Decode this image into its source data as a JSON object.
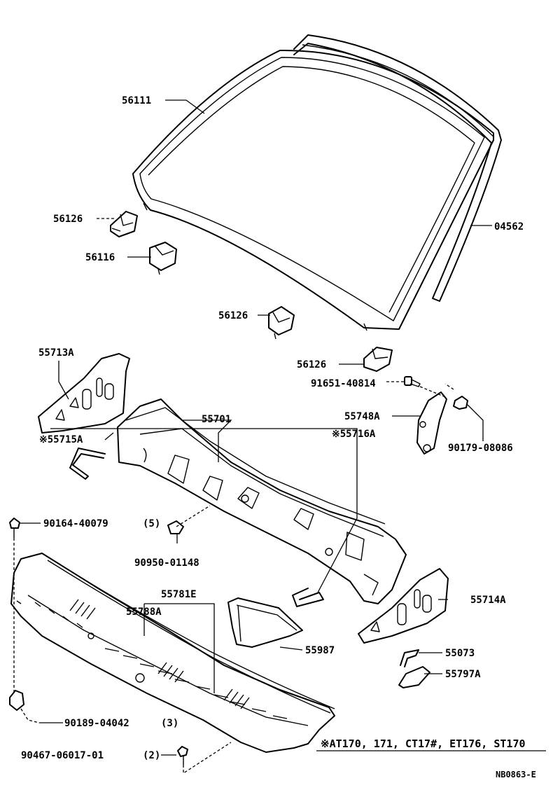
{
  "labels": {
    "p56111": "56111",
    "p04562": "04562",
    "p56126a": "56126",
    "p56116": "56116",
    "p56126b": "56126",
    "p56126c": "56126",
    "p91651": "91651-40814",
    "p55713a": "55713A",
    "p55701": "55701",
    "p55748a": "55748A",
    "p55715a": "※55715A",
    "p55716a": "※55716A",
    "p90179": "90179-08086",
    "p90164": "90164-40079",
    "p90164_qty": "(5)",
    "p90950": "90950-01148",
    "p55781e": "55781E",
    "p55788a": "55788A",
    "p55714a": "55714A",
    "p55987": "55987",
    "p55073": "55073",
    "p55797a": "55797A",
    "p90189": "90189-04042",
    "p90189_qty": "(3)",
    "p90467": "90467-06017-01",
    "p90467_qty": "(2)"
  },
  "note": "※AT170, 171, CT17#, ET176, ST170",
  "ref_code": "NB0863-E"
}
